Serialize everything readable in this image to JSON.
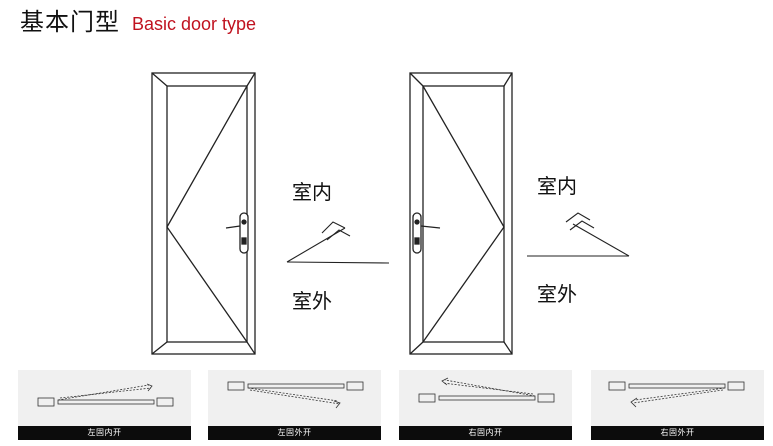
{
  "header": {
    "title_cn": "基本门型",
    "title_en": "Basic door type"
  },
  "labels": {
    "left_indoor": "室内",
    "left_outdoor": "室外",
    "right_indoor": "室内",
    "right_outdoor": "室外"
  },
  "thumbnails": [
    {
      "caption": "左固内开"
    },
    {
      "caption": "左固外开"
    },
    {
      "caption": "右固内开"
    },
    {
      "caption": "右固外开"
    }
  ],
  "colors": {
    "accent": "#c0121f",
    "line": "#222222",
    "thumb_bg": "#f0f0f0",
    "caption_bar": "#0c0c0c"
  }
}
